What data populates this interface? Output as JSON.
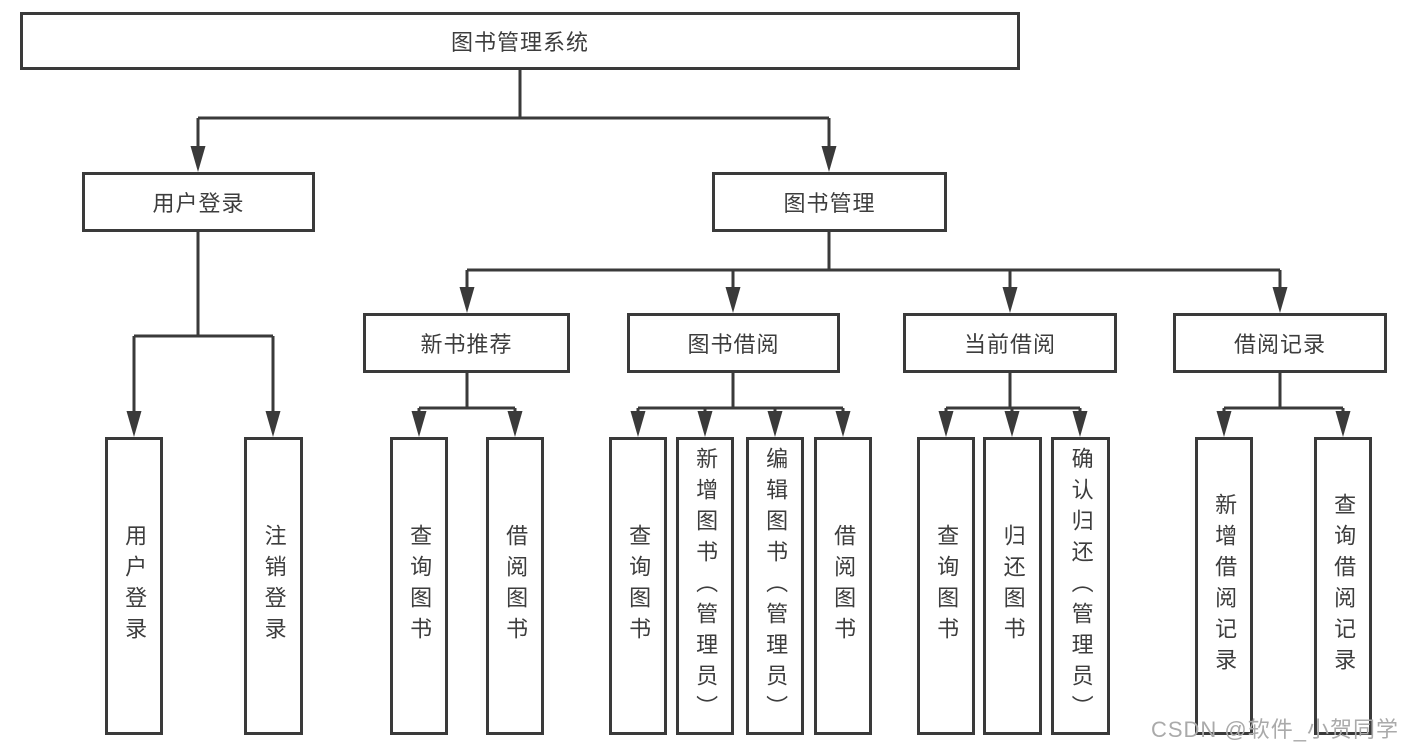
{
  "diagram": {
    "root": {
      "label": "图书管理系统",
      "children": [
        {
          "label": "用户登录",
          "children": [
            {
              "label": "用户登录"
            },
            {
              "label": "注销登录"
            }
          ]
        },
        {
          "label": "图书管理",
          "children": [
            {
              "label": "新书推荐",
              "children": [
                {
                  "label": "查询图书"
                },
                {
                  "label": "借阅图书"
                }
              ]
            },
            {
              "label": "图书借阅",
              "children": [
                {
                  "label": "查询图书"
                },
                {
                  "label": "新增图书（管理员）"
                },
                {
                  "label": "编辑图书（管理员）"
                },
                {
                  "label": "借阅图书"
                }
              ]
            },
            {
              "label": "当前借阅",
              "children": [
                {
                  "label": "查询图书"
                },
                {
                  "label": "归还图书"
                },
                {
                  "label": "确认归还（管理员）"
                }
              ]
            },
            {
              "label": "借阅记录",
              "children": [
                {
                  "label": "新增借阅记录"
                },
                {
                  "label": "查询借阅记录"
                }
              ]
            }
          ]
        }
      ]
    }
  },
  "watermark": {
    "text": "CSDN @软件_小贺同学"
  },
  "colors": {
    "line": "#3a3a3a",
    "text": "#3d3d3d",
    "watermark": "#aaaaaa",
    "background": "#ffffff"
  }
}
